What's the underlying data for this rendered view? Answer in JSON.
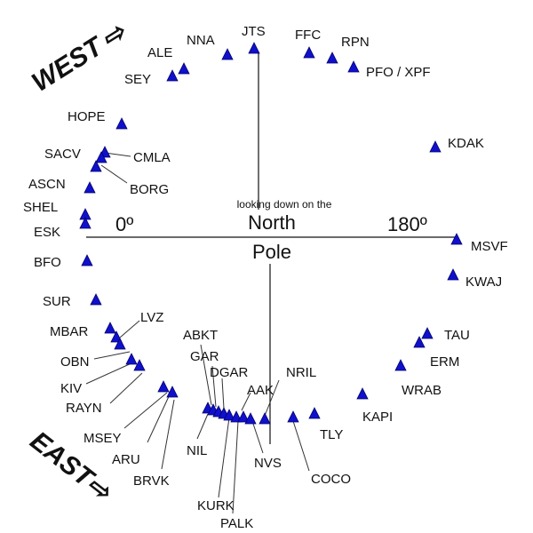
{
  "center": {
    "caption": "looking down on the",
    "north": "North",
    "pole": "Pole"
  },
  "axis": {
    "left_label": "0º",
    "right_label": "180º"
  },
  "directions": {
    "west": "WEST",
    "east": "EAST",
    "arrow": "⇨"
  },
  "marker_color": "#1010cc",
  "stations": [
    {
      "name": "JTS"
    },
    {
      "name": "NNA"
    },
    {
      "name": "ALE"
    },
    {
      "name": "SEY"
    },
    {
      "name": "FFC"
    },
    {
      "name": "RPN"
    },
    {
      "name": "PFO / XPF"
    },
    {
      "name": "HOPE"
    },
    {
      "name": "KDAK"
    },
    {
      "name": "SACV"
    },
    {
      "name": "CMLA"
    },
    {
      "name": "BORG"
    },
    {
      "name": "ASCN"
    },
    {
      "name": "SHEL"
    },
    {
      "name": "ESK"
    },
    {
      "name": "MSVF"
    },
    {
      "name": "BFO"
    },
    {
      "name": "KWAJ"
    },
    {
      "name": "SUR"
    },
    {
      "name": "LVZ"
    },
    {
      "name": "MBAR"
    },
    {
      "name": "ABKT"
    },
    {
      "name": "TAU"
    },
    {
      "name": "OBN"
    },
    {
      "name": "GAR"
    },
    {
      "name": "ERM"
    },
    {
      "name": "DGAR"
    },
    {
      "name": "NRIL"
    },
    {
      "name": "KIV"
    },
    {
      "name": "AAK"
    },
    {
      "name": "WRAB"
    },
    {
      "name": "RAYN"
    },
    {
      "name": "KAPI"
    },
    {
      "name": "MSEY"
    },
    {
      "name": "TLY"
    },
    {
      "name": "NIL"
    },
    {
      "name": "ARU"
    },
    {
      "name": "NVS"
    },
    {
      "name": "BRVK"
    },
    {
      "name": "COCO"
    },
    {
      "name": "KURK"
    },
    {
      "name": "PALK"
    }
  ]
}
